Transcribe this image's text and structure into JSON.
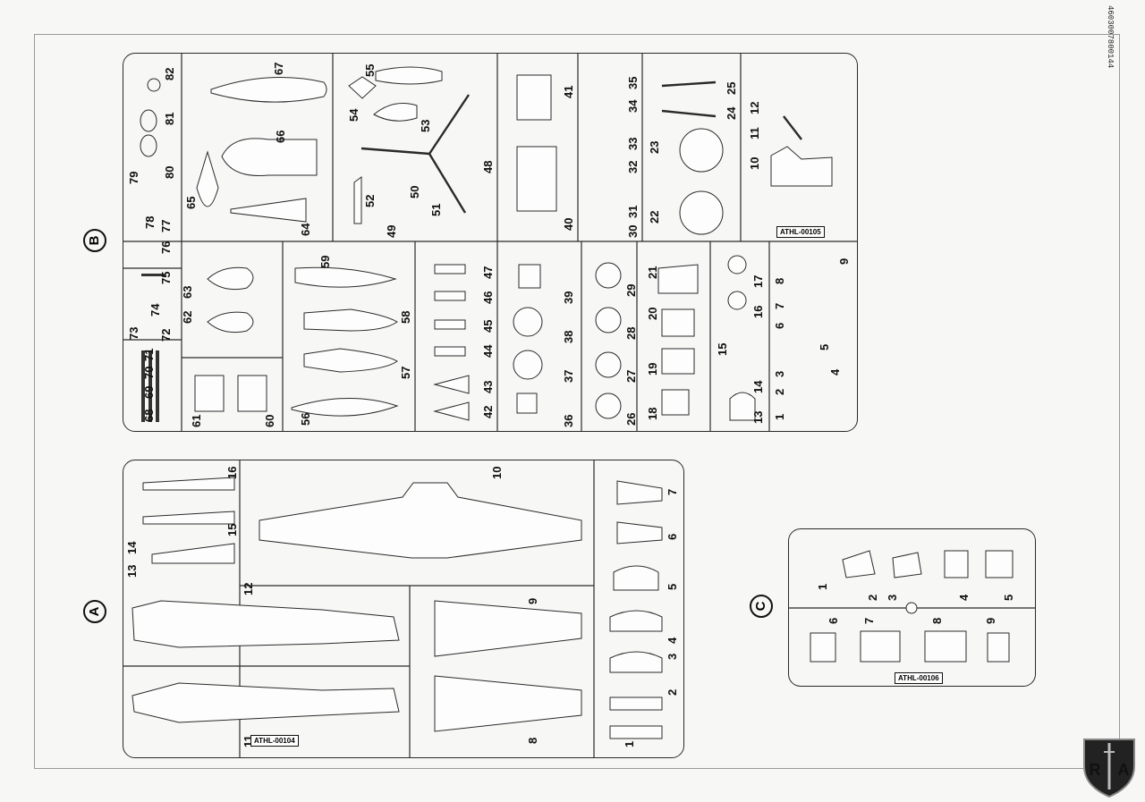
{
  "barcode": {
    "text": "4603007800144"
  },
  "logo": {
    "left_letter": "R",
    "right_letter": "A"
  },
  "sprues": {
    "b": {
      "letter": "B",
      "code": "ATHL-00105",
      "numbers": [
        "1",
        "2",
        "3",
        "4",
        "5",
        "6",
        "7",
        "8",
        "9",
        "10",
        "11",
        "12",
        "13",
        "14",
        "15",
        "16",
        "17",
        "18",
        "19",
        "20",
        "21",
        "22",
        "23",
        "24",
        "25",
        "26",
        "27",
        "28",
        "29",
        "30",
        "31",
        "32",
        "33",
        "34",
        "35",
        "36",
        "37",
        "38",
        "39",
        "40",
        "41",
        "42",
        "43",
        "44",
        "45",
        "46",
        "47",
        "48",
        "49",
        "50",
        "51",
        "52",
        "53",
        "54",
        "55",
        "56",
        "57",
        "58",
        "59",
        "60",
        "61",
        "62",
        "63",
        "64",
        "65",
        "66",
        "67",
        "68",
        "69",
        "70",
        "71",
        "72",
        "73",
        "74",
        "75",
        "76",
        "77",
        "78",
        "79",
        "80",
        "81",
        "82"
      ]
    },
    "a": {
      "letter": "A",
      "code": "ATHL-00104",
      "numbers": [
        "1",
        "2",
        "3",
        "4",
        "5",
        "6",
        "7",
        "8",
        "9",
        "10",
        "11",
        "12",
        "13",
        "14",
        "15",
        "16"
      ]
    },
    "c": {
      "letter": "C",
      "code": "ATHL-00106",
      "numbers": [
        "1",
        "2",
        "3",
        "4",
        "5",
        "6",
        "7",
        "8",
        "9"
      ]
    }
  },
  "colors": {
    "line": "#2a2a2a",
    "paper": "#f7f7f5"
  }
}
